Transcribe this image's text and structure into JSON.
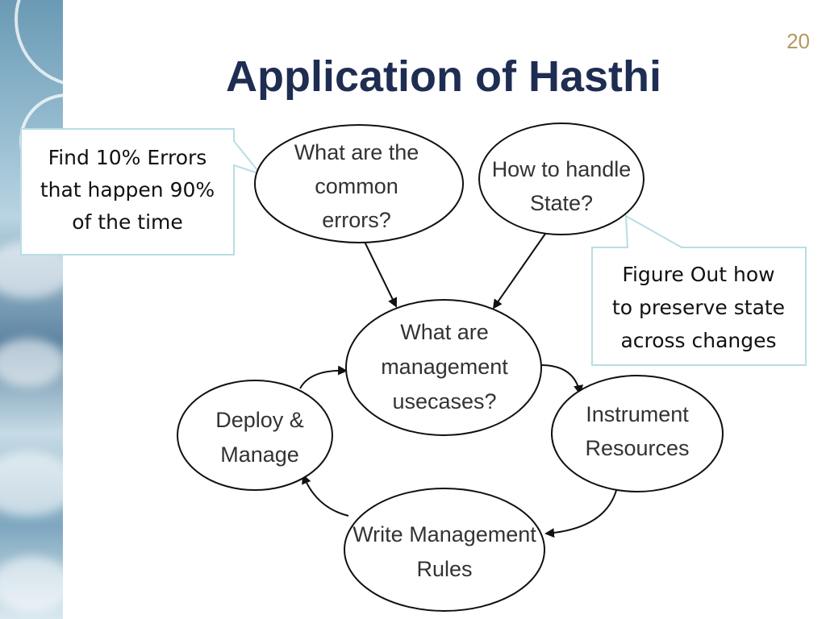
{
  "slide": {
    "title": "Application of Hasthi",
    "number": "20"
  },
  "diagram": {
    "nodes": {
      "common_errors": [
        "What are  the",
        "common",
        "errors?"
      ],
      "handle_state": [
        "How to handle",
        "State?"
      ],
      "management_usecases": [
        "What are",
        "management",
        "usecases?"
      ],
      "instrument_resources": [
        "Instrument",
        "Resources"
      ],
      "write_rules": [
        "Write Management",
        "Rules"
      ],
      "deploy_manage": [
        "Deploy &",
        "Manage"
      ]
    },
    "callouts": {
      "errors_note": [
        "Find 10% Errors",
        "that happen 90%",
        "of the time"
      ],
      "state_note": [
        "Figure Out how",
        "to preserve state",
        "across changes"
      ]
    }
  }
}
